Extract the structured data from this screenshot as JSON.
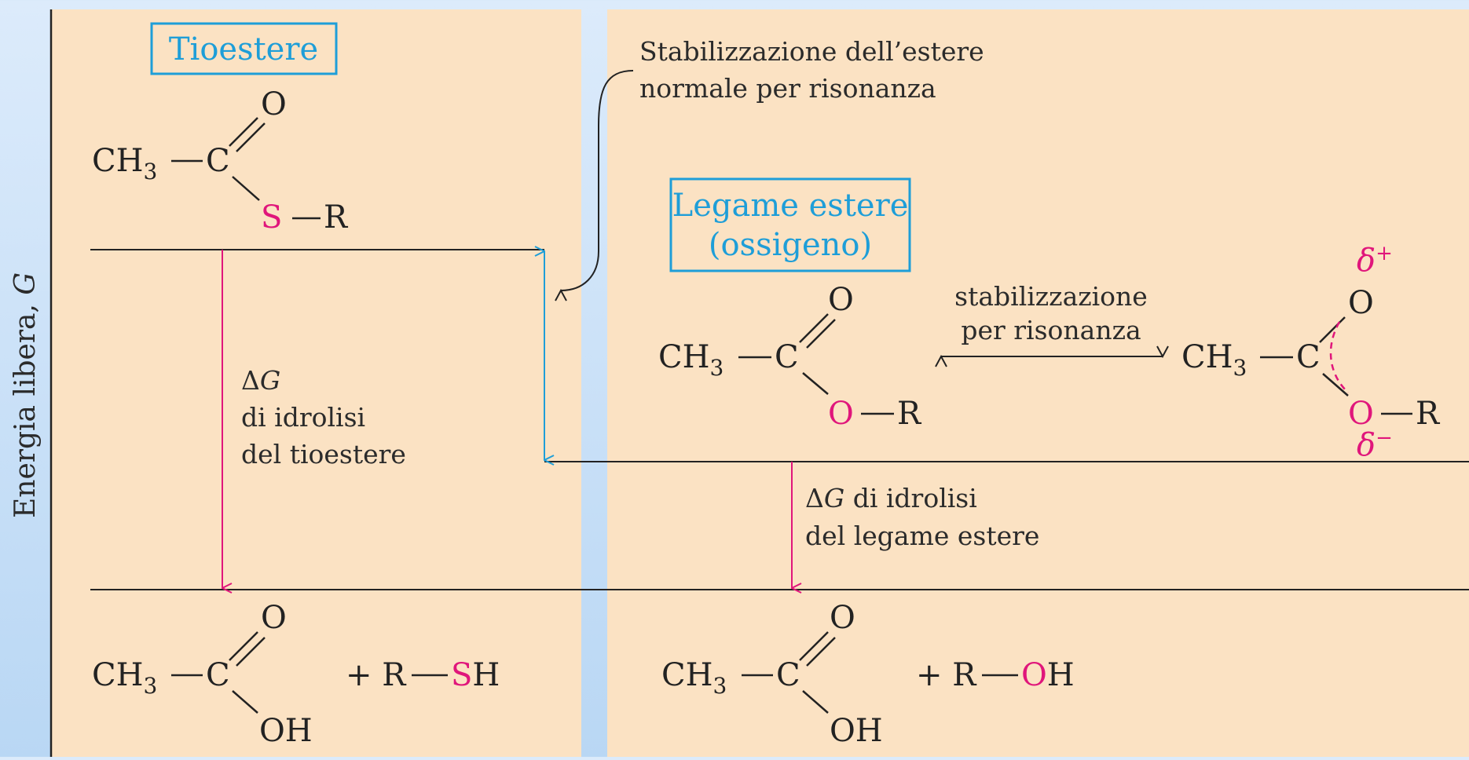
{
  "y_axis": {
    "label": "Energia libera, ",
    "var": "G"
  },
  "thioester": {
    "title": "Tioestere",
    "ch3": "CH",
    "sub3": "3",
    "c": "C",
    "o": "O",
    "s": "S",
    "r": "R"
  },
  "resonance_note": {
    "line1": "Stabilizzazione dell’estere",
    "line2": "normale per risonanza"
  },
  "ester": {
    "title_line1": "Legame estere",
    "title_line2": "(ossigeno)",
    "ch3": "CH",
    "sub3": "3",
    "c": "C",
    "o_double": "O",
    "o_single": "O",
    "r": "R"
  },
  "resonance": {
    "line1": "stabilizzazione",
    "line2": "per risonanza"
  },
  "resonance_form": {
    "ch3": "CH",
    "sub3": "3",
    "c": "C",
    "o_double": "O",
    "o_single": "O",
    "r": "R",
    "delta": "δ",
    "plus": "+",
    "minus": "−"
  },
  "dg_thio": {
    "delta": "Δ",
    "g": "G",
    "line2": "di idrolisi",
    "line3": "del tioestere"
  },
  "dg_ester": {
    "delta": "Δ",
    "g": "G",
    "line1_rest": " di idrolisi",
    "line2": "del legame estere"
  },
  "products_left": {
    "ch3": "CH",
    "sub3": "3",
    "c": "C",
    "o": "O",
    "oh": "OH",
    "plus_r": "+ R",
    "s": "S",
    "h": "H"
  },
  "products_right": {
    "ch3": "CH",
    "sub3": "3",
    "c": "C",
    "o": "O",
    "oh": "OH",
    "plus_r": "+ R",
    "o_pink": "O",
    "h": "H"
  },
  "colors": {
    "panel": "#fbe2c3",
    "accent_blue": "#1e9ed8",
    "accent_pink": "#e0167b",
    "line": "#222222",
    "background": "#c9e0f7"
  }
}
